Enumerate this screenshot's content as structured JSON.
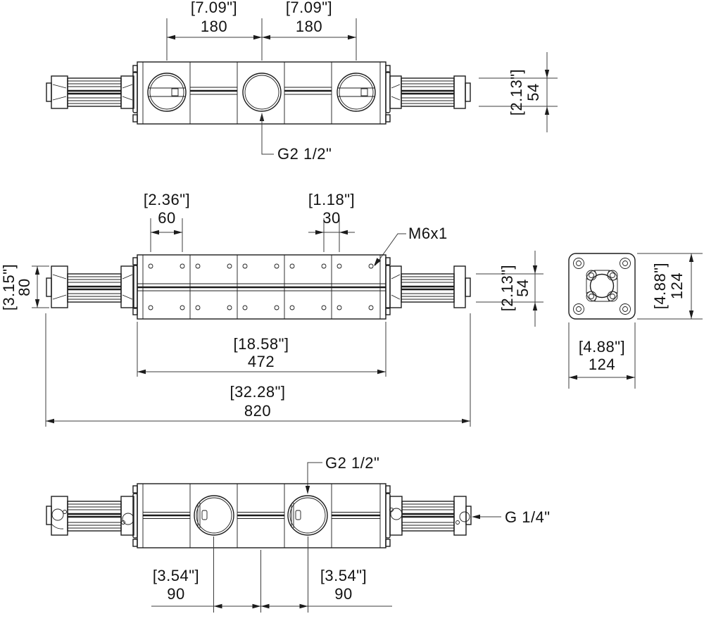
{
  "drawing": {
    "background": "#ffffff",
    "line_color": "#1c1c1c",
    "views": {
      "top": {
        "dim_pitch_left": {
          "inch": "[7.09\"]",
          "mm": "180"
        },
        "dim_pitch_right": {
          "inch": "[7.09\"]",
          "mm": "180"
        },
        "dim_shaft_height": {
          "inch": "[2.13\"]",
          "mm": "54"
        },
        "port_callout": "G2 1/2\""
      },
      "front": {
        "dim_hole_pitch": {
          "inch": "[2.36\"]",
          "mm": "60"
        },
        "dim_hole_gap": {
          "inch": "[1.18\"]",
          "mm": "30"
        },
        "thread_callout": "M6x1",
        "dim_end_height": {
          "inch": "[3.15\"]",
          "mm": "80"
        },
        "dim_shaft_height": {
          "inch": "[2.13\"]",
          "mm": "54"
        },
        "dim_body_length": {
          "inch": "[18.58\"]",
          "mm": "472"
        },
        "dim_overall_length": {
          "inch": "[32.28\"]",
          "mm": "820"
        }
      },
      "end": {
        "dim_height": {
          "inch": "[4.88\"]",
          "mm": "124"
        },
        "dim_width": {
          "inch": "[4.88\"]",
          "mm": "124"
        }
      },
      "bottom": {
        "port_callout": "G2 1/2\"",
        "side_port_callout": "G 1/4\"",
        "dim_port_left": {
          "inch": "[3.54\"]",
          "mm": "90"
        },
        "dim_port_right": {
          "inch": "[3.54\"]",
          "mm": "90"
        }
      }
    }
  }
}
